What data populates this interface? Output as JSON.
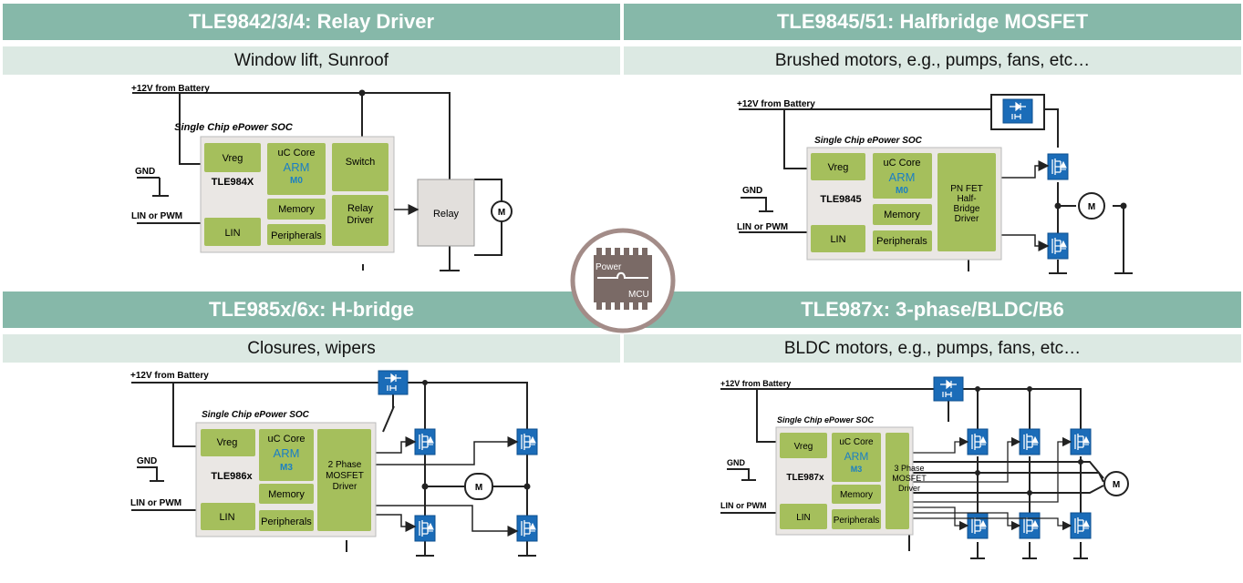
{
  "q1": {
    "title": "TLE9842/3/4: Relay Driver",
    "subtitle": "Window lift, Sunroof",
    "battery": "+12V from Battery",
    "soc": "Single Chip ePower SOC",
    "chip": "TLE984X",
    "vreg": "Vreg",
    "core": "uC Core",
    "arm": "ARM",
    "mcore": "M0",
    "switch": "Switch",
    "memory": "Memory",
    "periph": "Peripherals",
    "lin": "LIN",
    "driver1": "Relay",
    "driver2": "Driver",
    "relay": "Relay",
    "gnd": "GND",
    "linpwm": "LIN or PWM"
  },
  "q2": {
    "title": "TLE9845/51: Halfbridge MOSFET",
    "subtitle": "Brushed motors, e.g., pumps, fans, etc…",
    "battery": "+12V from Battery",
    "soc": "Single Chip ePower SOC",
    "chip": "TLE9845",
    "vreg": "Vreg",
    "core": "uC Core",
    "arm": "ARM",
    "mcore": "M0",
    "memory": "Memory",
    "periph": "Peripherals",
    "lin": "LIN",
    "drv1": "PN FET",
    "drv2": "Half-",
    "drv3": "Bridge",
    "drv4": "Driver",
    "motor": "M",
    "gnd": "GND",
    "linpwm": "LIN or PWM"
  },
  "q3": {
    "title": "TLE985x/6x: H-bridge",
    "subtitle": "Closures, wipers",
    "battery": "+12V from Battery",
    "soc": "Single Chip ePower SOC",
    "chip": "TLE986x",
    "vreg": "Vreg",
    "core": "uC Core",
    "arm": "ARM",
    "mcore": "M3",
    "memory": "Memory",
    "periph": "Peripherals",
    "lin": "LIN",
    "drv1": "2 Phase",
    "drv2": "MOSFET",
    "drv3": "Driver",
    "motor": "M",
    "gnd": "GND",
    "linpwm": "LIN or PWM"
  },
  "q4": {
    "title": "TLE987x: 3-phase/BLDC/B6",
    "subtitle": "BLDC motors, e.g., pumps, fans, etc…",
    "battery": "+12V from Battery",
    "soc": "Single Chip ePower SOC",
    "chip": "TLE987x",
    "vreg": "Vreg",
    "core": "uC Core",
    "arm": "ARM",
    "mcore": "M3",
    "memory": "Memory",
    "periph": "Peripherals",
    "lin": "LIN",
    "drv1": "3 Phase",
    "drv2": "MOSFET",
    "drv3": "Driver",
    "motor": "M",
    "gnd": "GND",
    "linpwm": "LIN or PWM"
  },
  "logo": {
    "power": "Power",
    "mcu": "MCU"
  },
  "colors": {
    "header": "#86b8a9",
    "subheader": "#dce9e3",
    "block": "#a5bf5c",
    "chip": "#eae7e4",
    "fet": "#1b6cb8",
    "arm": "#1b7fc4"
  }
}
